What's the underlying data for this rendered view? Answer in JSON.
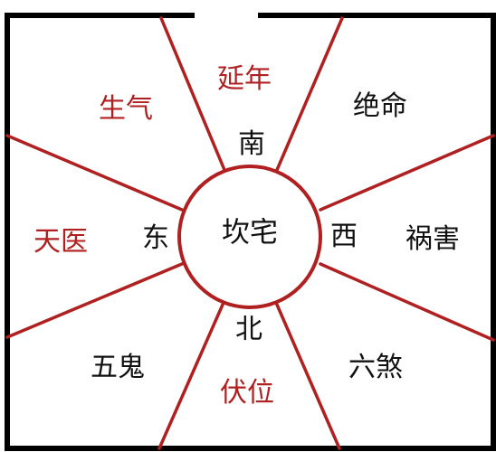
{
  "colors": {
    "frame": "#000000",
    "spokes": "#b02020",
    "circle": "#b02020",
    "auspicious_text": "#b02020",
    "inauspicious_text": "#111111",
    "direction_text": "#111111"
  },
  "center": {
    "label": "坎宅"
  },
  "directions": {
    "south": "南",
    "north": "北",
    "east": "东",
    "west": "西"
  },
  "stars": {
    "top": "延年",
    "top_left": "生气",
    "left": "天医",
    "bottom": "伏位",
    "top_right": "绝命",
    "right": "祸害",
    "bottom_right": "六煞",
    "bottom_left": "五鬼"
  }
}
